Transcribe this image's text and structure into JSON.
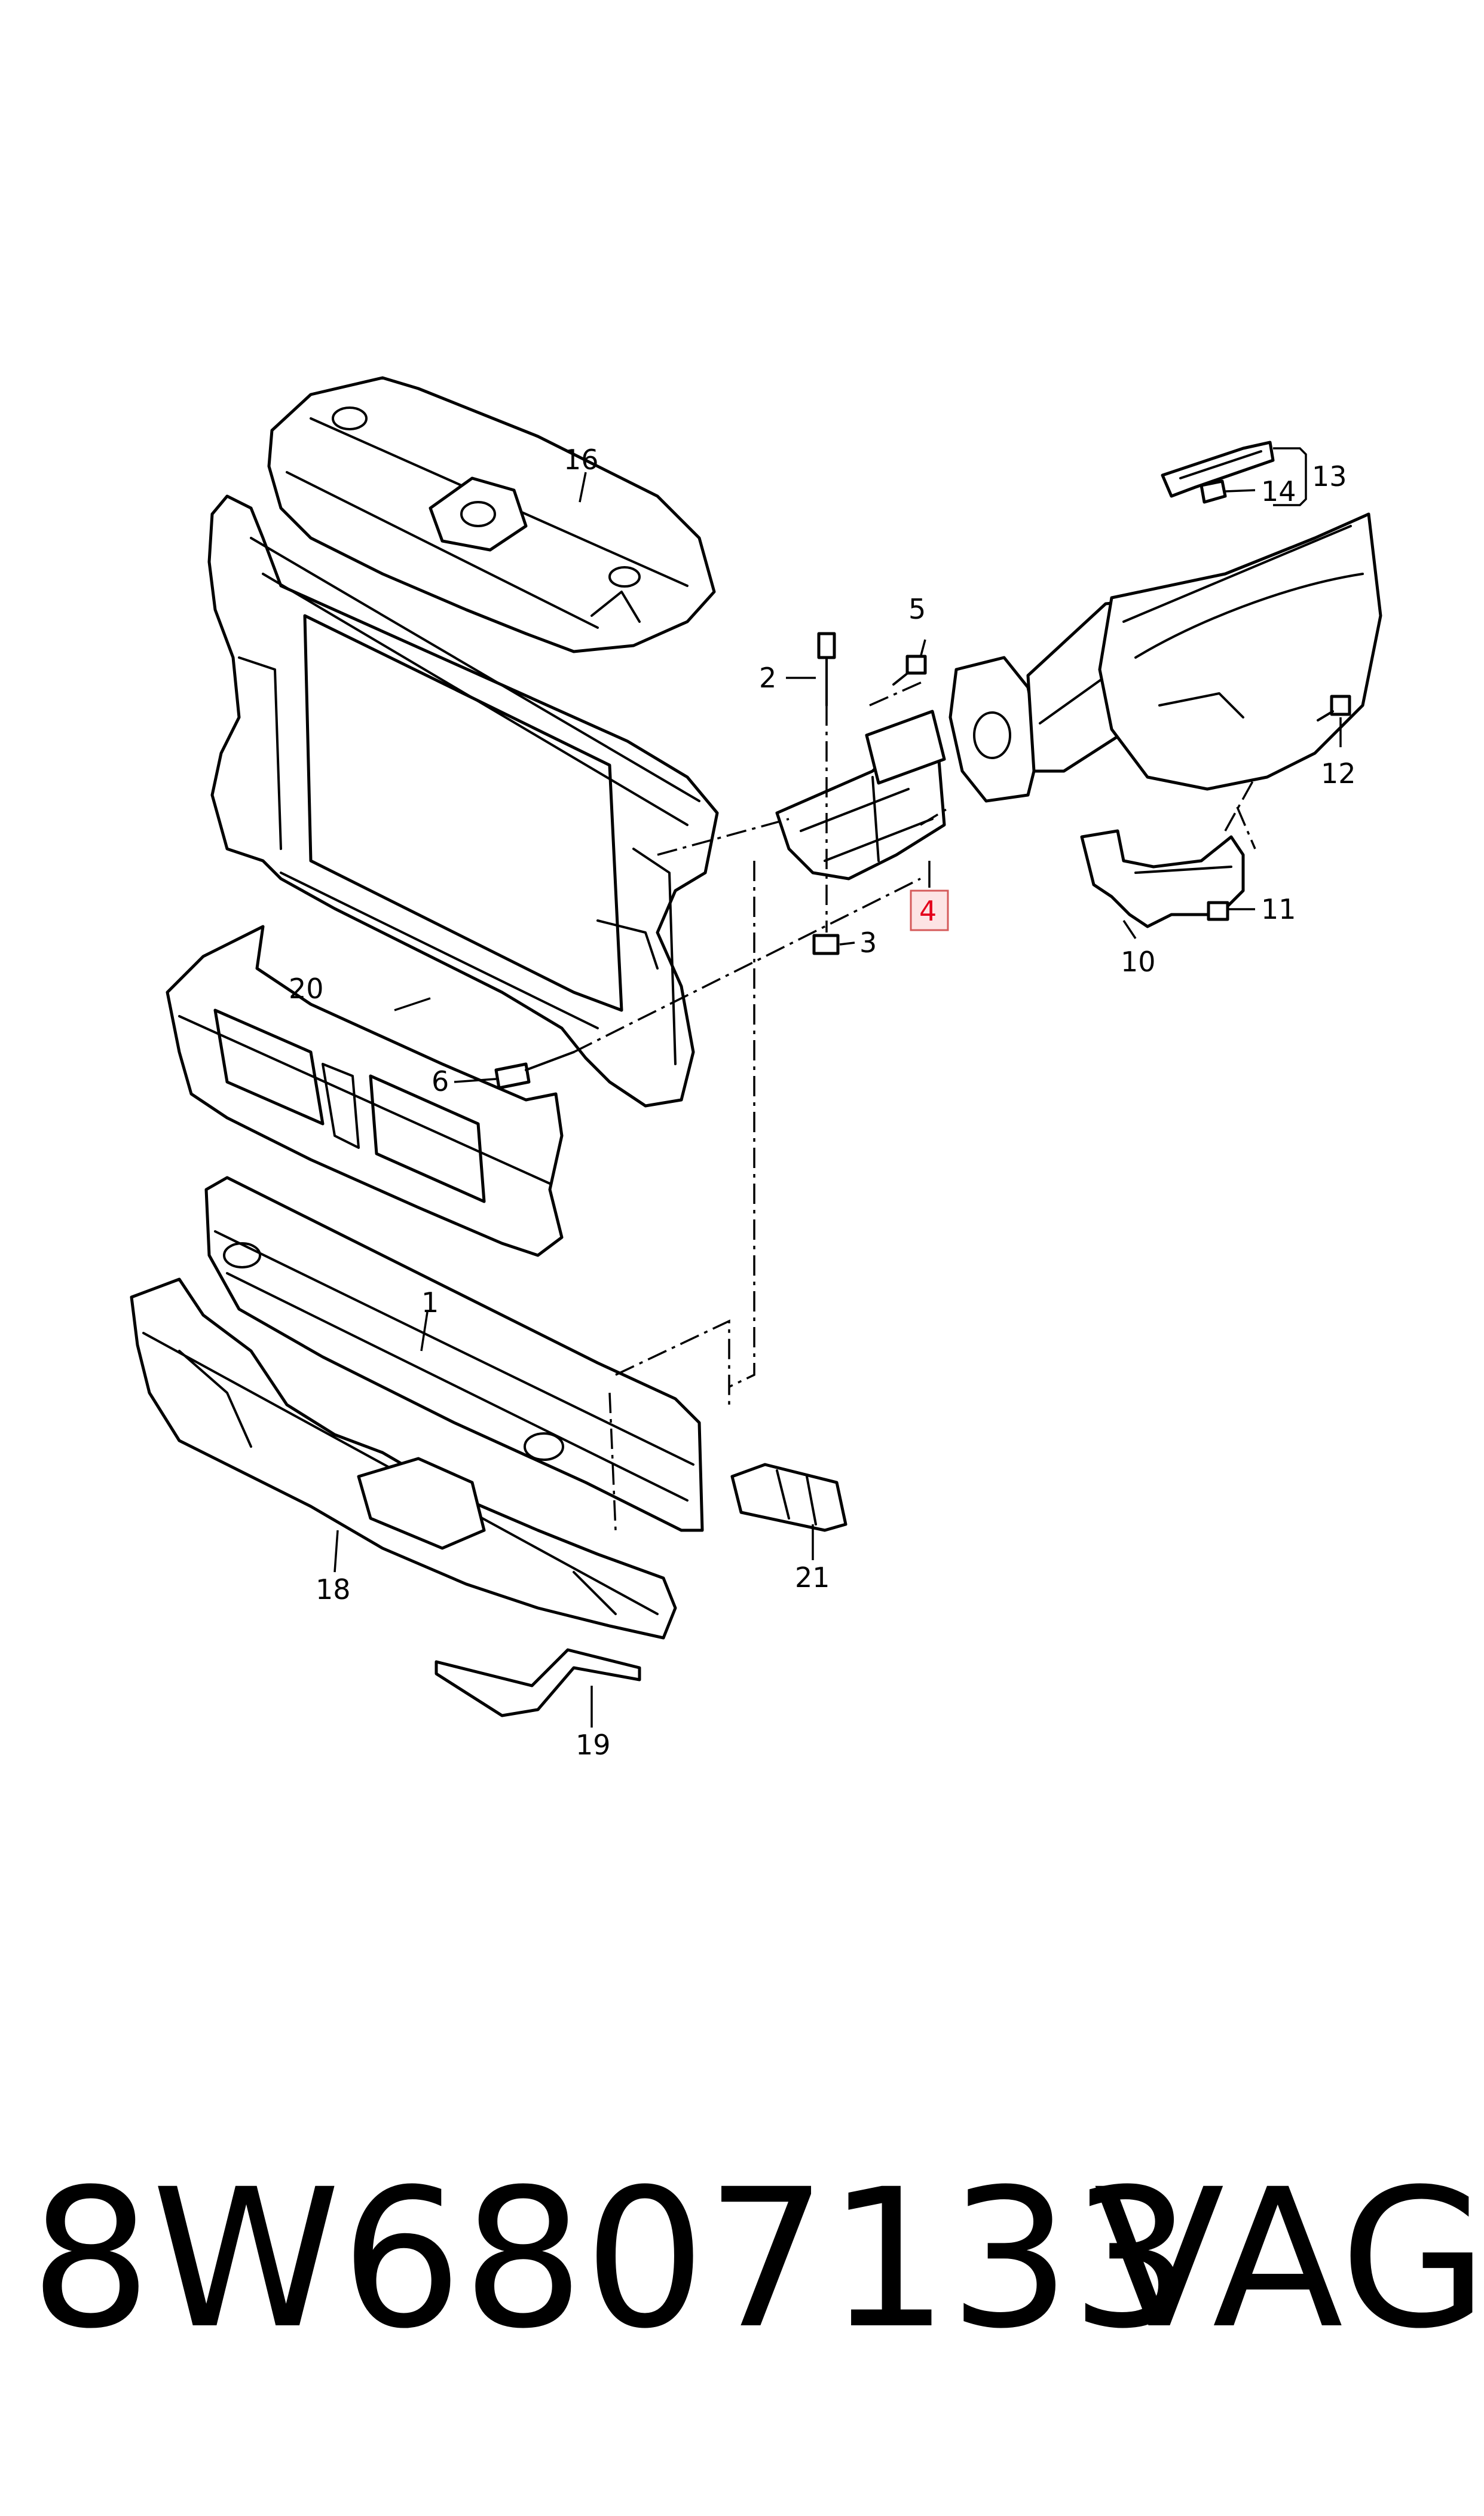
{
  "diagram": {
    "callouts": {
      "c1": "1",
      "c2": "2",
      "c3": "3",
      "c4": "4",
      "c5": "5",
      "c6": "6",
      "c10": "10",
      "c11": "11",
      "c12": "12",
      "c13": "13",
      "c14": "14",
      "c16": "16",
      "c18": "18",
      "c19": "19",
      "c20": "20",
      "c21": "21"
    },
    "highlighted_callout": "4"
  },
  "caption": {
    "part_number": "8W6807133",
    "brand": "VAG"
  }
}
